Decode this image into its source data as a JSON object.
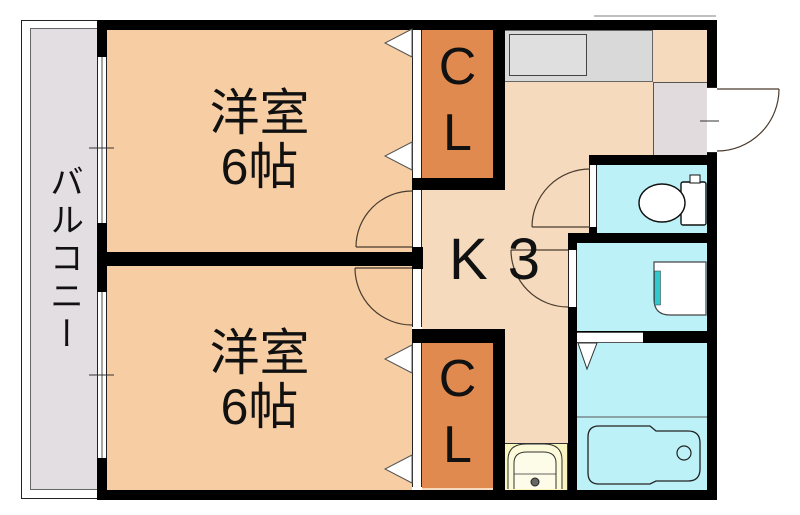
{
  "plan": {
    "balcony": {
      "label": "バルコニー"
    },
    "rooms": [
      {
        "label": "洋室",
        "size": "6帖"
      },
      {
        "label": "洋室",
        "size": "6帖"
      }
    ],
    "closets": [
      {
        "label": "CL"
      },
      {
        "label": "CL"
      }
    ],
    "kitchen": {
      "label": "K 3"
    },
    "fixtures": {
      "toilet": "toilet-icon",
      "washing_machine": "washing-machine-icon",
      "bathtub": "bathtub-icon",
      "washbasin": "washbasin-icon",
      "kitchen_counter": "kitchen-counter",
      "entrance_door": "entrance-door-swing"
    },
    "colors": {
      "room_fill": "#F7CEA3",
      "kitchen_fill": "#F5DABD",
      "closet_fill": "#E08A4F",
      "wet_area_fill": "#BCF2F7",
      "balcony_fill": "#E3DEE1",
      "entry_fill": "#E2DBDE",
      "counter_fill": "#D9D9D9",
      "basin_fill": "#F8F5BE",
      "washer_accent": "#2FC9CE",
      "wall": "#000000"
    }
  }
}
